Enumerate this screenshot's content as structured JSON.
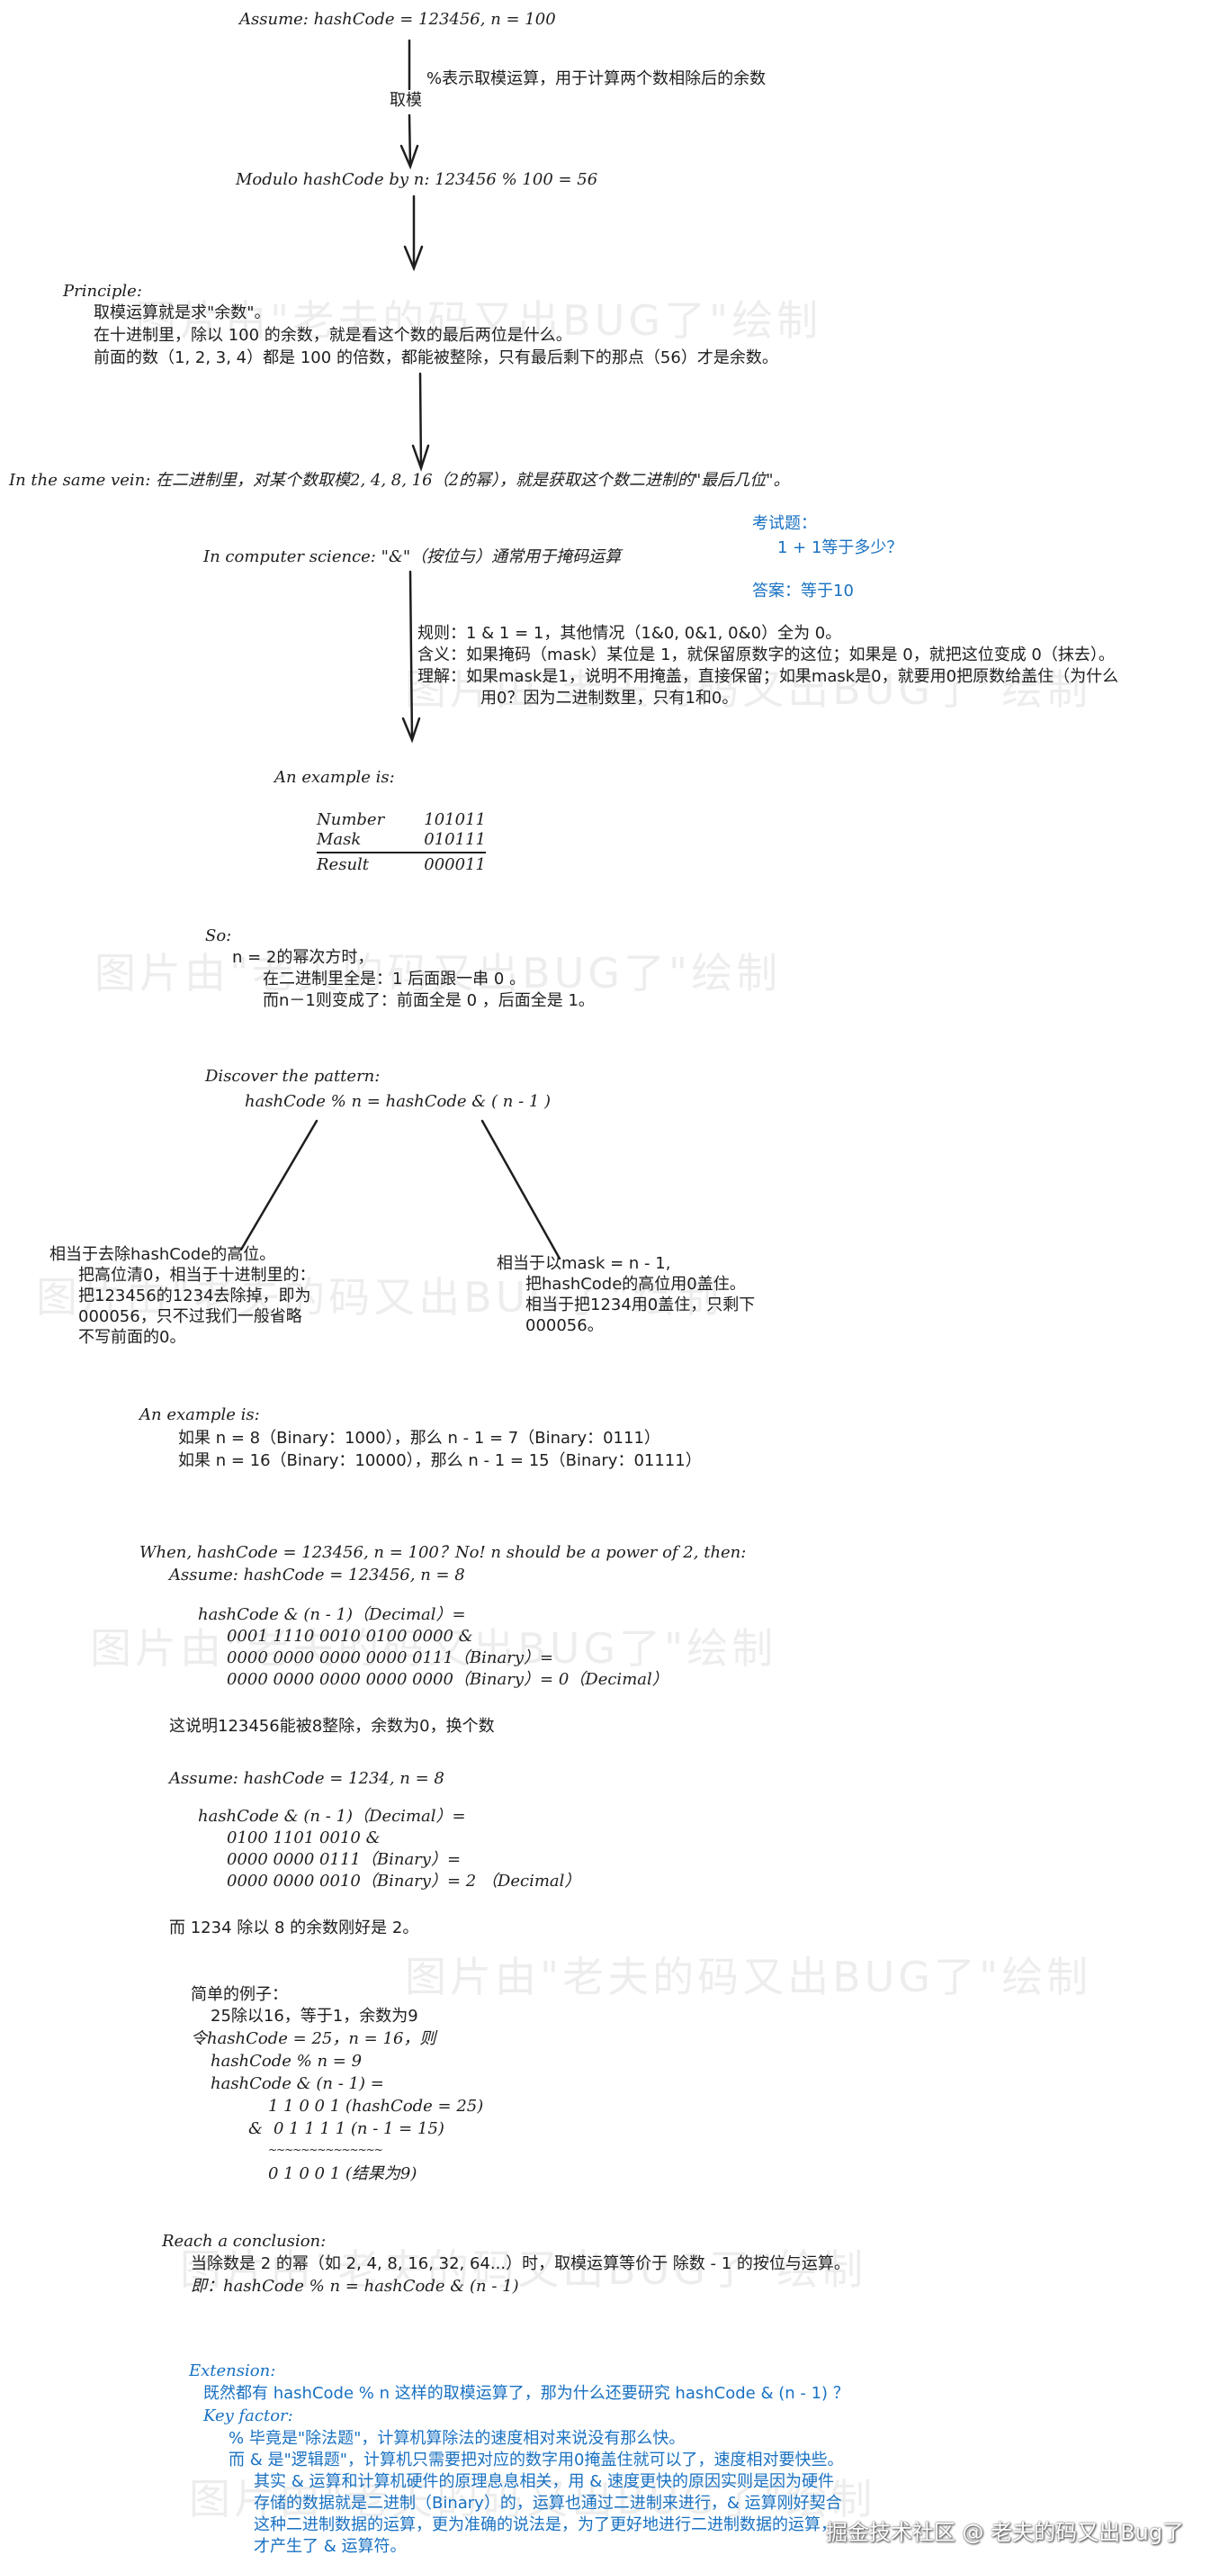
{
  "colors": {
    "ink": "#1e1e1e",
    "accent_blue": "#1971c2",
    "watermark": "#dcdcdc"
  },
  "step1": {
    "assume": "Assume: hashCode = 123456, n = 100",
    "arrow_label": "取模",
    "arrow_note": "%表示取模运算，用于计算两个数相除后的余数",
    "modulo": "Modulo hashCode by n: 123456 % 100 = 56"
  },
  "principle": {
    "title": "Principle:",
    "lines": [
      "取模运算就是求\"余数\"。",
      "在十进制里，除以 100 的余数，就是看这个数的最后两位是什么。",
      "前面的数（1, 2, 3, 4）都是 100 的倍数，都能被整除，只有最后剩下的那点（56）才是余数。"
    ]
  },
  "same_vein": "In the same vein: 在二进制里，对某个数取模2, 4, 8, 16（2的幂），就是获取这个数二进制的\"最后几位\"。",
  "exam": {
    "question_label": "考试题：",
    "question": "1 + 1等于多少？",
    "answer": "答案：等于10"
  },
  "cs": {
    "title": "In computer science: \"&\"（按位与）通常用于掩码运算",
    "rules": [
      "规则：1 & 1 = 1，其他情况（1&0, 0&1, 0&0）全为 0。",
      "含义：如果掩码（mask）某位是 1，就保留原数字的这位；如果是 0，就把这位变成 0（抹去）。",
      "理解：如果mask是1，说明不用掩盖，直接保留；如果mask是0，就要用0把原数给盖住（为什么",
      "用0？因为二进制数里，只有1和0。"
    ]
  },
  "example1": {
    "title": "An example is:",
    "rows": [
      {
        "label": "Number",
        "value": "101011"
      },
      {
        "label": "Mask",
        "value": "010111"
      },
      {
        "label": "Result",
        "value": "000011"
      }
    ]
  },
  "so": {
    "title": "So:",
    "lines": [
      "n = 2的幂次方时，",
      "在二进制里全是：1 后面跟一串 0 。",
      "而n－1则变成了：前面全是 0 ，后面全是 1。"
    ]
  },
  "pattern": {
    "title": "Discover the pattern:",
    "formula": "hashCode % n = hashCode & ( n - 1 )",
    "left": [
      "相当于去除hashCode的高位。",
      "把高位清0，相当于十进制里的：",
      "把123456的1234去除掉，即为",
      "000056，只不过我们一般省略",
      "不写前面的0。"
    ],
    "right": [
      "相当于以mask = n - 1,",
      "把hashCode的高位用0盖住。",
      "相当于把1234用0盖住，只剩下",
      "000056。"
    ]
  },
  "example2": {
    "title": "An example is:",
    "lines": [
      "如果 n = 8（Binary：1000），那么 n - 1 = 7（Binary：0111）",
      "如果 n = 16（Binary：10000），那么 n - 1 = 15（Binary：01111）"
    ]
  },
  "when": {
    "title": "When, hashCode = 123456, n = 100？No! n should be a power of 2, then:",
    "case1": {
      "assume": "Assume: hashCode = 123456, n = 8",
      "expr": "hashCode & (n - 1)（Decimal）=",
      "lines": [
        "0001 1110 0010 0100 0000 &",
        "0000 0000 0000 0000 0111（Binary）=",
        "0000 0000 0000 0000 0000（Binary）= 0（Decimal）"
      ],
      "note": "这说明123456能被8整除，余数为0，换个数"
    },
    "case2": {
      "assume": "Assume: hashCode = 1234, n = 8",
      "expr": "hashCode & (n - 1)（Decimal）=",
      "lines": [
        "0100 1101 0010 &",
        "0000 0000 0111（Binary）=",
        "0000 0000 0010（Binary）= 2  （Decimal）"
      ],
      "note": "而 1234 除以 8 的余数刚好是 2。"
    }
  },
  "simple": {
    "title": "简单的例子：",
    "l1": "25除以16，等于1，余数为9",
    "l2": "令hashCode = 25，n = 16，则",
    "l3": "hashCode % n = 9",
    "l4": "hashCode & (n - 1) =",
    "b1": "1 1 0 0 1   (hashCode = 25)",
    "amp": "&",
    "b2": "0 1 1 1 1   (n - 1 = 15)",
    "sep": "~~~~~~~~~~~~~~",
    "b3": "0 1 0 0 1   (结果为9)"
  },
  "conclusion": {
    "title": "Reach a conclusion:",
    "lines": [
      "当除数是 2 的幂（如 2, 4, 8, 16, 32, 64...）时，取模运算等价于 除数 - 1 的按位与运算。",
      "即：hashCode % n = hashCode & (n - 1)"
    ]
  },
  "extension": {
    "title": "Extension:",
    "question": "既然都有 hashCode % n 这样的取模运算了，那为什么还要研究 hashCode & (n - 1) ？",
    "key_title": "Key factor:",
    "l1": "% 毕竟是\"除法题\"，计算机算除法的速度相对来说没有那么快。",
    "l2": "而 & 是\"逻辑题\"，计算机只需要把对应的数字用0掩盖住就可以了，速度相对要快些。",
    "l3": "其实 & 运算和计算机硬件的原理息息相关，用 & 速度更快的原因实则是因为硬件",
    "l4": "存储的数据就是二进制（Binary）的，运算也通过二进制来进行，& 运算刚好契合",
    "l5": "这种二进制数据的运算，更为准确的说法是，为了更好地进行二进制数据的运算，",
    "l6": "才产生了 & 运算符。"
  },
  "watermarks": [
    "图片由\"老夫的码又出BUG了\"绘制",
    "图片由\"老夫的码又出BUG了\"绘制",
    "图片由\"老夫的码又出BUG了\"绘制",
    "图片由\"老夫的码又出BUG了\"绘制",
    "图片由\"老夫的码又出BUG了\"绘制",
    "图片由\"老夫的码又出BUG了\"绘制",
    "图片由\"老夫的码又出BUG了\"绘制"
  ],
  "credit": "掘金技术社区 @ 老夫的码又出Bug了"
}
